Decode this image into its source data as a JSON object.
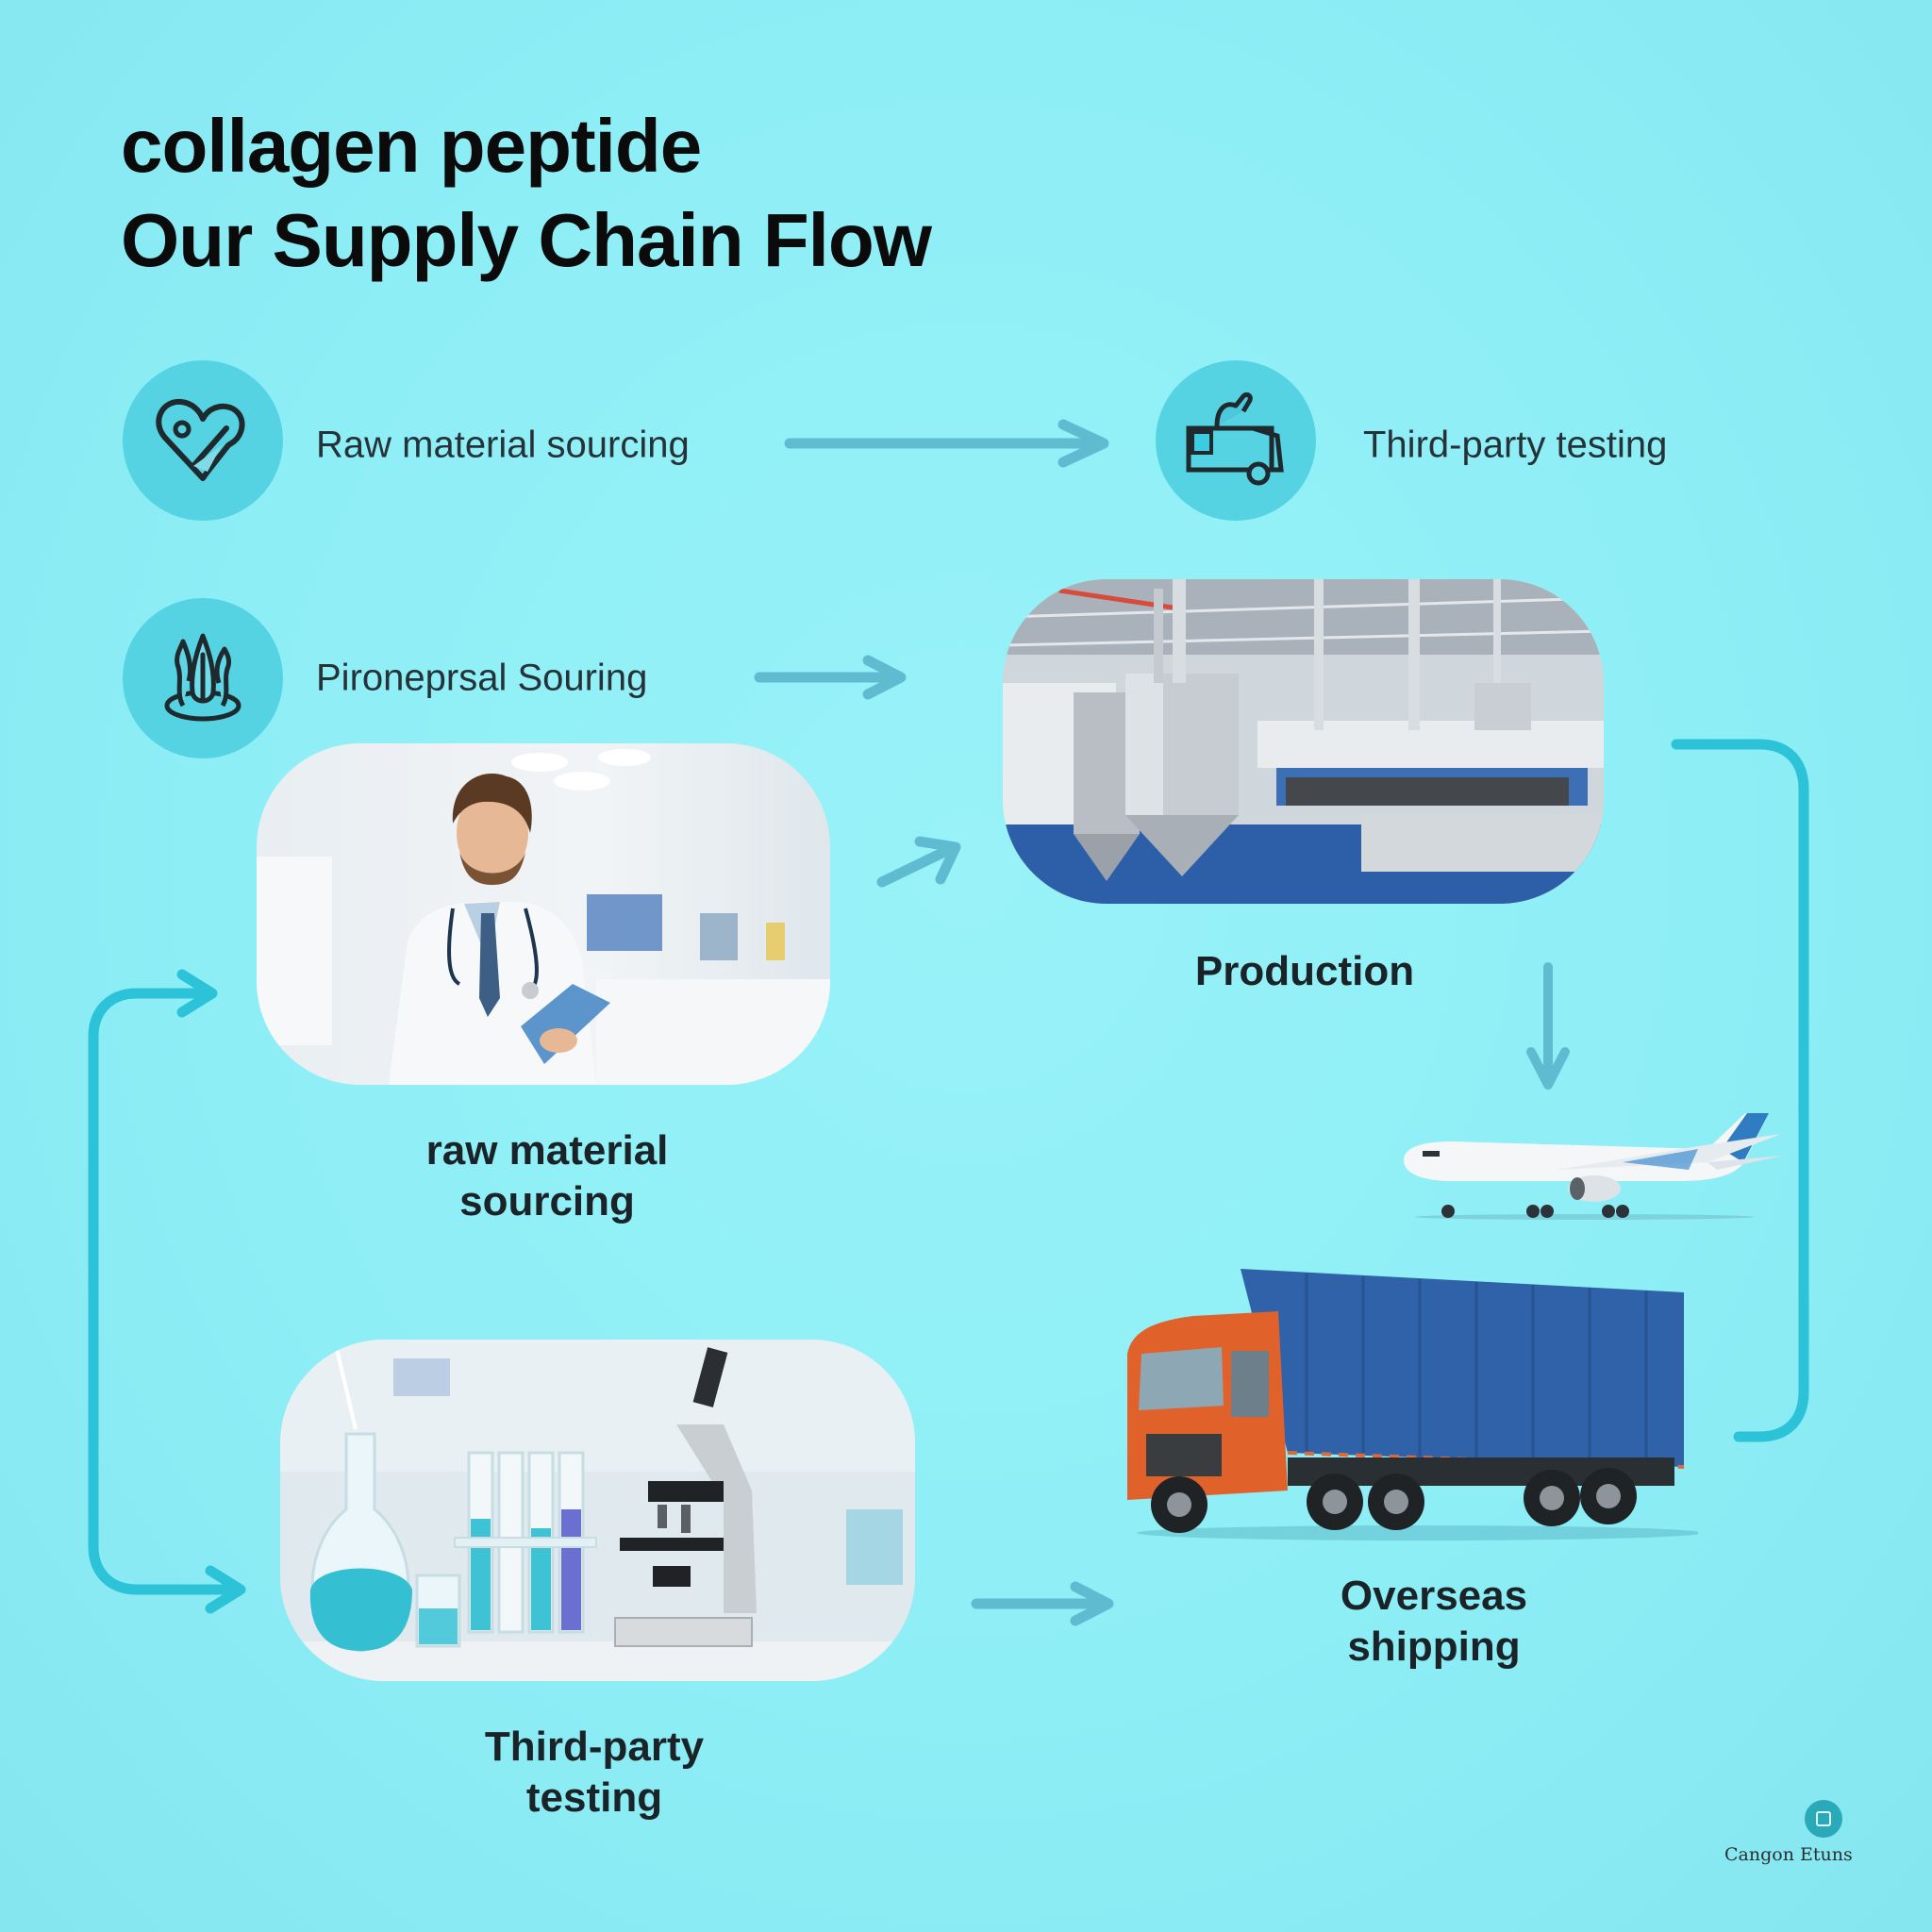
{
  "header": {
    "title_line1": "collagen peptide",
    "title_line2": "Our Supply Chain Flow"
  },
  "icon_rows": [
    {
      "icon": "heart-icon",
      "label": "Raw material sourcing"
    },
    {
      "icon": "lab-truck-icon",
      "label": "Third-party testing"
    },
    {
      "icon": "flame-icon",
      "label": "Pironeprsal Souring"
    }
  ],
  "steps": [
    {
      "id": "raw-material",
      "image": "scientist-photo",
      "label_line1": "raw material",
      "label_line2": "sourcing"
    },
    {
      "id": "production",
      "image": "factory-photo",
      "label_line1": "Production"
    },
    {
      "id": "testing",
      "image": "lab-equipment-photo",
      "label_line1": "Third-party",
      "label_line2": "testing"
    },
    {
      "id": "shipping",
      "image": "airplane-truck-photo",
      "label_line1": "Overseas",
      "label_line2": "shipping"
    }
  ],
  "footer": {
    "logo_text": "Cangon Etuns"
  },
  "colors": {
    "background": "#8eeef6",
    "icon_circle": "#55d3e3",
    "arrow_muted": "#5fbcd0",
    "connector": "#2cc3d9",
    "text_dark": "#1a2328"
  }
}
